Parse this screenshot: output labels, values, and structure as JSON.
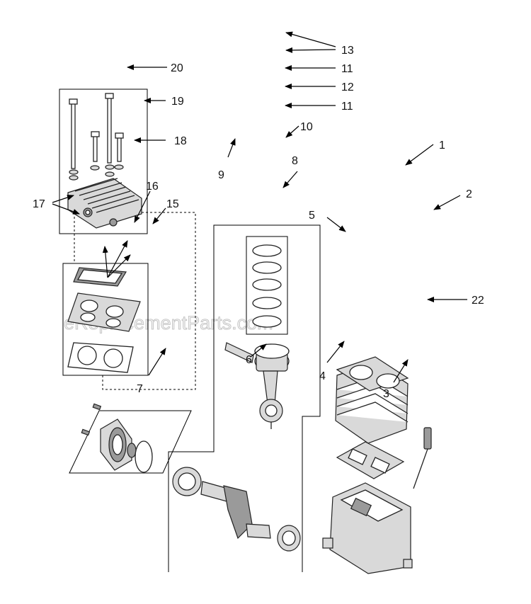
{
  "callouts": {
    "c1": "1",
    "c2": "2",
    "c3": "3",
    "c4": "4",
    "c5": "5",
    "c6": "6",
    "c7": "7",
    "c8": "8",
    "c9": "9",
    "c10": "10",
    "c11a": "11",
    "c11b": "11",
    "c12": "12",
    "c13": "13",
    "c15": "15",
    "c16": "16",
    "c17": "17",
    "c18": "18",
    "c19": "19",
    "c20": "20",
    "c22": "22"
  },
  "watermark": "eReplacementParts.com",
  "colors": {
    "line": "#000000",
    "part_fill": "#d9d9d9",
    "part_dark": "#9a9a9a",
    "background": "#ffffff"
  }
}
